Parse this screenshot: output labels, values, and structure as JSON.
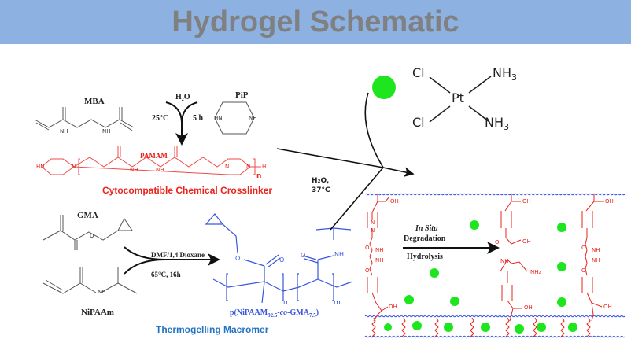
{
  "header": {
    "title": "Hydrogel Schematic",
    "background": "#8db1e1",
    "text_color": "#808080"
  },
  "crosslinker_synthesis": {
    "reactant_1": "MBA",
    "reactant_2": "PiP",
    "condition_solvent": "H₂O",
    "condition_temp": "25°C",
    "condition_time": "5 h",
    "product_name": "PAMAM",
    "product_repeat": "n",
    "product_caption": "Cytocompatible Chemical Crosslinker",
    "atoms": {
      "hn": "HN",
      "nh": "NH",
      "n": "N",
      "h": "H",
      "o": "O"
    }
  },
  "macromer_synthesis": {
    "reactant_1": "GMA",
    "reactant_2": "NiPAAm",
    "condition_solvent": "DMF/1,4 Dioxane",
    "condition_temp_time": "65°C, 16h",
    "product_formula": "p(NiPAAM",
    "product_sub1": "92.5",
    "product_co": "-co-",
    "product_gma": "GMA",
    "product_sub2": "7.5",
    "product_close": ")",
    "repeat_n": "n",
    "repeat_m": "m",
    "caption": "Thermogelling Macromer",
    "atoms": {
      "o": "O",
      "nh": "NH"
    }
  },
  "gelation": {
    "condition_1": "H₂O,",
    "condition_2": "37°C"
  },
  "drug": {
    "name_atoms": {
      "cl1": "Cl",
      "cl2": "Cl",
      "pt": "Pt",
      "nh3_1": "NH",
      "nh3_2": "NH",
      "sub": "3"
    },
    "marker_color": "#1ee61e"
  },
  "hydrogel_network": {
    "arrow_label_1": "In Situ",
    "arrow_label_2": "Degradation",
    "arrow_label_3": "Hydrolysis",
    "atoms": {
      "oh": "OH",
      "n": "N",
      "o": "O",
      "nh": "NH",
      "nh2": "NH₂"
    },
    "polymer_color": "#3a56e0",
    "crosslink_color": "#e8241c",
    "drug_color": "#1ee61e"
  }
}
